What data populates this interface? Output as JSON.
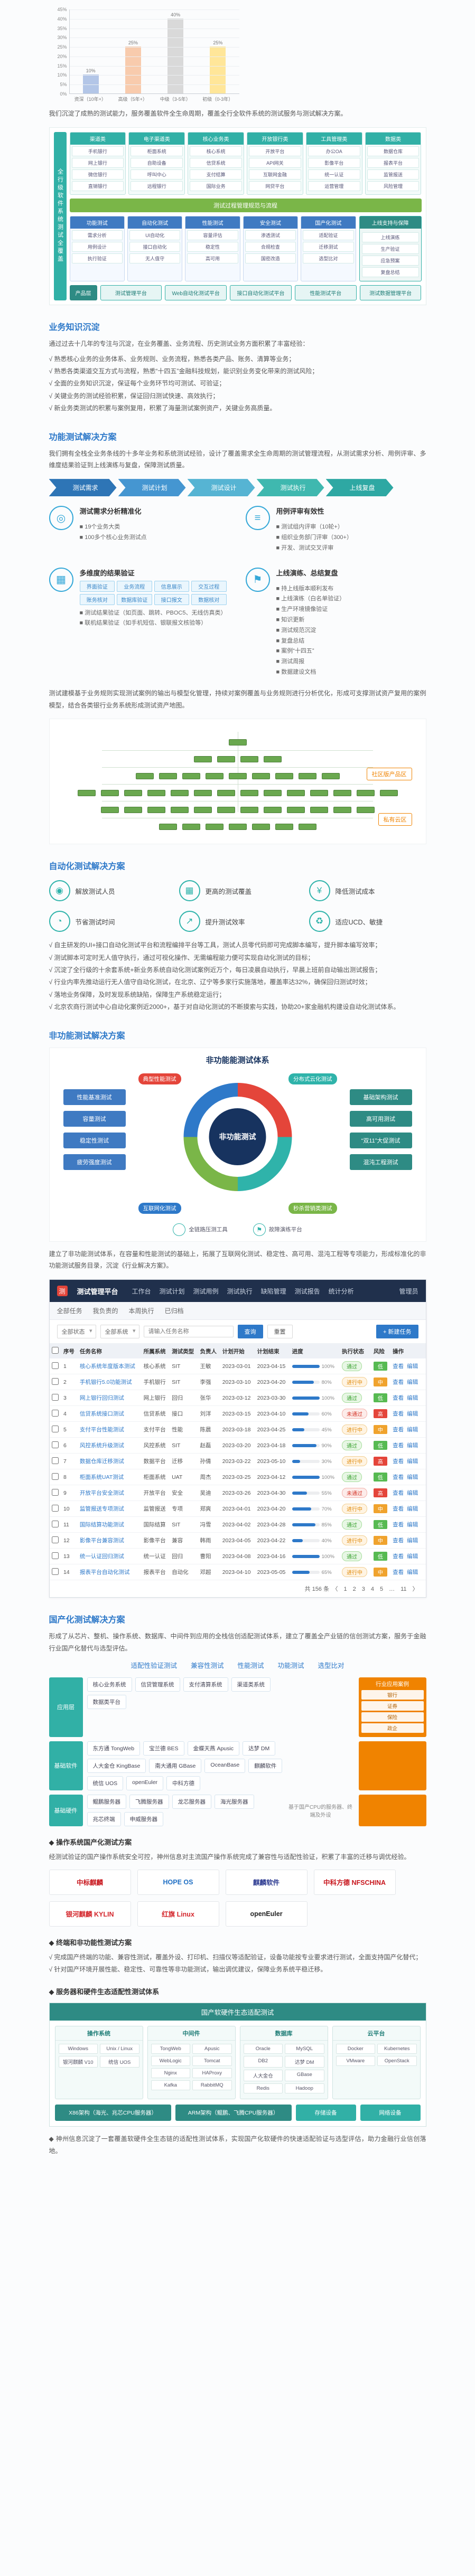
{
  "chart_data": {
    "type": "bar",
    "title": "",
    "categories": [
      "资深（10年+）",
      "高级（5年+）",
      "中级（3-5年）",
      "初级（0-3年）"
    ],
    "values": [
      10,
      25,
      40,
      25
    ],
    "labels": [
      "10%",
      "25%",
      "40%",
      "25%"
    ],
    "colors": [
      "#b3c6e7",
      "#f8cbad",
      "#d9d9d9",
      "#ffe699"
    ],
    "ylim": [
      0,
      45
    ],
    "ytick_step": 5,
    "grid": true,
    "legend": false,
    "xlabel": "",
    "ylabel": ""
  },
  "intro": "我们沉淀了成熟的测试能力，服务覆盖软件全生命周期，覆盖全行全软件系统的测试服务与测试解决方案。",
  "arch": {
    "side_label": "全行级软件系统测试全覆盖",
    "groups": [
      {
        "title": "渠道类",
        "items": [
          "手机银行",
          "网上银行",
          "微信银行",
          "直销银行"
        ]
      },
      {
        "title": "电子渠道类",
        "items": [
          "柜面系统",
          "自助设备",
          "呼叫中心",
          "远程银行"
        ]
      },
      {
        "title": "核心业务类",
        "items": [
          "核心系统",
          "信贷系统",
          "支付结算",
          "国际业务"
        ]
      },
      {
        "title": "开放银行类",
        "items": [
          "开放平台",
          "API网关",
          "互联网金融",
          "网贷平台"
        ]
      },
      {
        "title": "工具管理类",
        "items": [
          "办公OA",
          "影像平台",
          "统一认证",
          "运营管理"
        ]
      },
      {
        "title": "数据类",
        "items": [
          "数据仓库",
          "报表平台",
          "监管报送",
          "风险管理"
        ]
      }
    ],
    "band": "测试过程管理规范与流程",
    "services": [
      {
        "title": "功能测试",
        "items": [
          "需求分析",
          "用例设计",
          "执行验证"
        ]
      },
      {
        "title": "自动化测试",
        "items": [
          "UI自动化",
          "接口自动化",
          "无人值守"
        ]
      },
      {
        "title": "性能测试",
        "items": [
          "容量评估",
          "稳定性",
          "高可用"
        ]
      },
      {
        "title": "安全测试",
        "items": [
          "渗透测试",
          "合规检查",
          "国密改造"
        ]
      },
      {
        "title": "国产化测试",
        "items": [
          "适配验证",
          "迁移测试",
          "选型比对"
        ]
      }
    ],
    "right_title": "上线支持与保障",
    "right_items": [
      "上线演练",
      "生产验证",
      "应急预案",
      "复盘总结"
    ],
    "product_label": "产品层",
    "products": [
      "测试管理平台",
      "Web自动化测试平台",
      "接口自动化测试平台",
      "性能测试平台",
      "测试数据管理平台"
    ]
  },
  "biz": {
    "title": "业务知识沉淀",
    "para": "通过过去十几年的专注与沉淀，在业务覆盖、业务流程、历史测试业务方面积累了丰富经验：",
    "points": [
      "√ 熟悉核心业务的业务体系、业务规则、业务流程，熟悉各类产品、账务、清算等业务；",
      "√ 熟悉各类渠道交互方式与流程，熟悉“十四五”金融科技规划，能识别业务变化带来的测试风险；",
      "√ 全面的业务知识沉淀，保证每个业务环节均可测试、可验证；",
      "√ 关键业务的测试经验积累，保证回归测试快速、高效执行；",
      "√ 新业务类测试的积累与案例复用，积累了海量测试案例资产，关键业务高质量。"
    ]
  },
  "func": {
    "title": "功能测试解决方案",
    "para": "我们拥有全栈全业务条线的十多年业务和系统测试经验，设计了覆盖需求全生命周期的测试管理流程，从测试需求分析、用例评审、多维度结果验证到上线演练与复盘，保障测试质量。",
    "flow": [
      {
        "label": "测试需求",
        "color": "#2e75b6"
      },
      {
        "label": "测试计划",
        "color": "#4596d1"
      },
      {
        "label": "测试设计",
        "color": "#56b4d3"
      },
      {
        "label": "测试执行",
        "color": "#3fb8af"
      },
      {
        "label": "上线复盘",
        "color": "#2ea8a3"
      }
    ],
    "blocks": [
      {
        "icon": "target",
        "title": "测试需求分析精准化",
        "tags": [],
        "items": [
          "■ 19个业务大类",
          "■ 100多个核心业务测试点"
        ]
      },
      {
        "icon": "review",
        "title": "用例评审有效性",
        "tags": [],
        "items": [
          "■ 测试组内评审（10轮+）",
          "■ 组织业务部门评审（300+）",
          "■ 开发、测试交叉评审"
        ]
      },
      {
        "icon": "verify",
        "title": "多维度的结果验证",
        "tags": [
          "界面验证",
          "业务流程",
          "信息展示",
          "交互过程",
          "账务核对",
          "数据库验证",
          "接口报文",
          "数据核对"
        ],
        "items": [
          "■ 测试结果验证（如页面、跳转、PBOC5、无线仿真类）",
          "■ 联机结果验证（如手机短信、银联报文核验等）"
        ]
      },
      {
        "icon": "launch",
        "title": "上线演练、总结复盘",
        "tags": [],
        "items": [
          "■ 持上线版本顺利发布",
          "■ 上线演练（白名单验证）",
          "■ 生产环境镜像验证",
          "■ 知识更新",
          "■ 测试规范沉淀",
          "■ 复盘总结",
          "■ 案例“十四五”",
          "■ 测试周报",
          "■ 数据建设文档"
        ]
      }
    ],
    "after_para": "测试建模基于业务规则实现测试案例的输出与模型化管理，持续对案例覆盖与业务规则进行分析优化，形成可支撑测试资产复用的案例模型，结合各类银行业务系统形成测试资产地图。"
  },
  "tree": {
    "levels": [
      1,
      4,
      9,
      14,
      12,
      7
    ],
    "callouts": [
      "社区版产品区",
      "私有云区"
    ]
  },
  "auto": {
    "title": "自动化测试解决方案",
    "benefits": [
      {
        "icon": "people",
        "label": "解放测试人员"
      },
      {
        "icon": "coverage",
        "label": "更高的测试覆盖"
      },
      {
        "icon": "cost",
        "label": "降低测试成本"
      },
      {
        "icon": "time",
        "label": "节省测试时间"
      },
      {
        "icon": "efficiency",
        "label": "提升测试效率"
      },
      {
        "icon": "agile",
        "label": "适应UCD、敏捷"
      }
    ],
    "points": [
      "√ 自主研发的UI+接口自动化测试平台和流程编排平台等工具，测试人员零代码即可完成脚本编写，提升脚本编写效率；",
      "√ 测试脚本可定时无人值守执行，通过可视化操作、无需编程能力便可实现自动化测试的目标；",
      "√ 沉淀了全行级的十余套系统+新业务系统自动化测试案例近万个，每日凌晨自动执行，早晨上班前自动输出测试报告；",
      "√ 行业内率先推动运行无人值守自动化测试，在北京、辽宁等多家行实施落地，覆盖率达32%，确保回归测试时效；",
      "√ 落地业务保障，及时发现系统缺陷，保障生产系统稳定运行；",
      "√ 北京农商行测试中心自动化案例近2000+，基于对自动化测试的不断摸索与实践，协助20+家金融机构建设自动化测试体系。"
    ]
  },
  "nonfunc": {
    "title": "非功能测试解决方案",
    "diagram_title": "非功能能测试体系",
    "center": "非功能测试",
    "quadrants": [
      {
        "label": "典型性能测试",
        "color": "#e4453a"
      },
      {
        "label": "分布式云化测试",
        "color": "#2fb3aa"
      },
      {
        "label": "互联网化测试",
        "color": "#2e79c9"
      },
      {
        "label": "秒杀营销类测试",
        "color": "#7ab648"
      }
    ],
    "left_boxes": [
      "性能基准测试",
      "容量测试",
      "稳定性测试",
      "疲劳强度测试"
    ],
    "right_boxes": [
      "基础架构测试",
      "高可用测试",
      "“双11”大促测试",
      "混沌工程测试"
    ],
    "bottom_items": [
      {
        "icon": "cloud",
        "label": "全链路压测工具"
      },
      {
        "icon": "launch",
        "label": "故障演练平台"
      }
    ],
    "para": "建立了非功能测试体系，在容量和性能测试的基础上，拓展了互联网化测试、稳定性、高可用、混沌工程等专项能力，形成标准化的非功能测试服务目录，沉淀《行业解决方案》。"
  },
  "platform": {
    "brand": "测试管理平台",
    "logo_glyph": "测",
    "menus": [
      "工作台",
      "测试计划",
      "测试用例",
      "测试执行",
      "缺陷管理",
      "测试报告",
      "统计分析"
    ],
    "user": "管理员",
    "tabs": [
      "全部任务",
      "我负责的",
      "本周执行",
      "已归档"
    ],
    "filters": {
      "status": "全部状态",
      "system": "全部系统",
      "search_placeholder": "请输入任务名称",
      "search_btn": "查询",
      "reset_btn": "重置",
      "new_btn": "+ 新建任务"
    },
    "columns": [
      "序号",
      "任务名称",
      "所属系统",
      "测试类型",
      "负责人",
      "计划开始",
      "计划结束",
      "进度",
      "执行状态",
      "风险",
      "操作"
    ],
    "rows": [
      {
        "id": "1",
        "name": "核心系统年度版本测试",
        "sys": "核心系统",
        "type": "SIT",
        "owner": "王敏",
        "start": "2023-03-01",
        "end": "2023-04-15",
        "progress": 100,
        "pct": "100%",
        "status": "通过",
        "sclass": "ok",
        "risk": "低",
        "rclass": "low",
        "a1": "查看",
        "a2": "编辑"
      },
      {
        "id": "2",
        "name": "手机银行5.0功能测试",
        "sys": "手机银行",
        "type": "SIT",
        "owner": "李强",
        "start": "2023-03-10",
        "end": "2023-04-20",
        "progress": 80,
        "pct": "80%",
        "status": "进行中",
        "sclass": "run",
        "risk": "中",
        "rclass": "mid",
        "a1": "查看",
        "a2": "编辑"
      },
      {
        "id": "3",
        "name": "网上银行回归测试",
        "sys": "网上银行",
        "type": "回归",
        "owner": "张华",
        "start": "2023-03-12",
        "end": "2023-03-30",
        "progress": 100,
        "pct": "100%",
        "status": "通过",
        "sclass": "ok",
        "risk": "低",
        "rclass": "low",
        "a1": "查看",
        "a2": "编辑"
      },
      {
        "id": "4",
        "name": "信贷系统接口测试",
        "sys": "信贷系统",
        "type": "接口",
        "owner": "刘洋",
        "start": "2023-03-15",
        "end": "2023-04-10",
        "progress": 60,
        "pct": "60%",
        "status": "未通过",
        "sclass": "fail",
        "risk": "高",
        "rclass": "high",
        "a1": "查看",
        "a2": "编辑"
      },
      {
        "id": "5",
        "name": "支付平台性能测试",
        "sys": "支付平台",
        "type": "性能",
        "owner": "陈晨",
        "start": "2023-03-18",
        "end": "2023-04-25",
        "progress": 45,
        "pct": "45%",
        "status": "进行中",
        "sclass": "run",
        "risk": "中",
        "rclass": "mid",
        "a1": "查看",
        "a2": "编辑"
      },
      {
        "id": "6",
        "name": "风控系统升级测试",
        "sys": "风控系统",
        "type": "SIT",
        "owner": "赵磊",
        "start": "2023-03-20",
        "end": "2023-04-18",
        "progress": 90,
        "pct": "90%",
        "status": "通过",
        "sclass": "ok",
        "risk": "低",
        "rclass": "low",
        "a1": "查看",
        "a2": "编辑"
      },
      {
        "id": "7",
        "name": "数据仓库迁移测试",
        "sys": "数据平台",
        "type": "迁移",
        "owner": "孙倩",
        "start": "2023-03-22",
        "end": "2023-05-10",
        "progress": 30,
        "pct": "30%",
        "status": "进行中",
        "sclass": "run",
        "risk": "高",
        "rclass": "high",
        "a1": "查看",
        "a2": "编辑"
      },
      {
        "id": "8",
        "name": "柜面系统UAT测试",
        "sys": "柜面系统",
        "type": "UAT",
        "owner": "周杰",
        "start": "2023-03-25",
        "end": "2023-04-12",
        "progress": 100,
        "pct": "100%",
        "status": "通过",
        "sclass": "ok",
        "risk": "低",
        "rclass": "low",
        "a1": "查看",
        "a2": "编辑"
      },
      {
        "id": "9",
        "name": "开放平台安全测试",
        "sys": "开放平台",
        "type": "安全",
        "owner": "吴迪",
        "start": "2023-03-26",
        "end": "2023-04-30",
        "progress": 55,
        "pct": "55%",
        "status": "未通过",
        "sclass": "fail",
        "risk": "高",
        "rclass": "high",
        "a1": "查看",
        "a2": "编辑"
      },
      {
        "id": "10",
        "name": "监管报送专项测试",
        "sys": "监管报送",
        "type": "专项",
        "owner": "郑爽",
        "start": "2023-04-01",
        "end": "2023-04-20",
        "progress": 70,
        "pct": "70%",
        "status": "进行中",
        "sclass": "run",
        "risk": "中",
        "rclass": "mid",
        "a1": "查看",
        "a2": "编辑"
      },
      {
        "id": "11",
        "name": "国际结算功能测试",
        "sys": "国际结算",
        "type": "SIT",
        "owner": "冯雪",
        "start": "2023-04-02",
        "end": "2023-04-28",
        "progress": 85,
        "pct": "85%",
        "status": "通过",
        "sclass": "ok",
        "risk": "低",
        "rclass": "low",
        "a1": "查看",
        "a2": "编辑"
      },
      {
        "id": "12",
        "name": "影像平台兼容测试",
        "sys": "影像平台",
        "type": "兼容",
        "owner": "韩雨",
        "start": "2023-04-05",
        "end": "2023-04-22",
        "progress": 40,
        "pct": "40%",
        "status": "进行中",
        "sclass": "run",
        "risk": "中",
        "rclass": "mid",
        "a1": "查看",
        "a2": "编辑"
      },
      {
        "id": "13",
        "name": "统一认证回归测试",
        "sys": "统一认证",
        "type": "回归",
        "owner": "曹阳",
        "start": "2023-04-08",
        "end": "2023-04-16",
        "progress": 100,
        "pct": "100%",
        "status": "通过",
        "sclass": "ok",
        "risk": "低",
        "rclass": "low",
        "a1": "查看",
        "a2": "编辑"
      },
      {
        "id": "14",
        "name": "报表平台自动化测试",
        "sys": "报表平台",
        "type": "自动化",
        "owner": "邓超",
        "start": "2023-04-10",
        "end": "2023-05-05",
        "progress": 65,
        "pct": "65%",
        "status": "进行中",
        "sclass": "run",
        "risk": "中",
        "rclass": "mid",
        "a1": "查看",
        "a2": "编辑"
      }
    ],
    "pagination": "共 156 条　〈　1　2　3　4　5　…　11　〉"
  },
  "localization": {
    "title": "国产化测试解决方案",
    "para": "形成了从芯片、整机、操作系统、数据库、中间件到应用的全栈信创适配测试体系，建立了覆盖全产业链的信创测试方案，服务于金融行业国产化替代与选型评估。",
    "tags": [
      "适配性验证测试",
      "兼容性测试",
      "性能测试",
      "功能测试",
      "选型比对"
    ],
    "layers": [
      {
        "label": "应用层",
        "chips": [
          "核心业务系统",
          "信贷管理系统",
          "支付清算系统",
          "渠道类系统",
          "数据类平台"
        ],
        "panel_title": "行业应用案例",
        "panel_items": [
          "银行",
          "证券",
          "保险",
          "政企"
        ],
        "note": ""
      },
      {
        "label": "基础软件",
        "chips": [
          "东方通 TongWeb",
          "宝兰德 BES",
          "金蝶天燕 Apusic",
          "达梦 DM",
          "人大金仓 KingBase",
          "南大通用 GBase",
          "OceanBase",
          "麒麟软件",
          "统信 UOS",
          "openEuler",
          "中科方德"
        ],
        "panel_title": "",
        "panel_items": [],
        "note": ""
      },
      {
        "label": "基础硬件",
        "chips": [
          "鲲鹏服务器",
          "飞腾服务器",
          "龙芯服务器",
          "海光服务器",
          "兆芯终端",
          "申威服务器"
        ],
        "panel_title": "",
        "panel_items": [],
        "note": "基于国产CPU的服务器、终端及外设"
      }
    ]
  },
  "os_plan": {
    "title": "◆ 操作系统国产化测试方案",
    "para": "经测试验证的国产操作系统安全可控，神州信息对主流国产操作系统完成了兼容性与适配性验证，积累了丰富的迁移与调优经验。",
    "logos": [
      {
        "text": "中标麒麟",
        "color": "#c8161d"
      },
      {
        "text": "HOPE OS",
        "color": "#1f6fc4"
      },
      {
        "text": "麒麟软件",
        "color": "#2b3990"
      },
      {
        "text": "中科方德 NFSCHINA",
        "color": "#c8161d"
      },
      {
        "text": "银河麒麟 KYLIN",
        "color": "#d4262c"
      },
      {
        "text": "红旗 Linux",
        "color": "#d4262c"
      },
      {
        "text": "openEuler",
        "color": "#222222"
      }
    ]
  },
  "terminal": {
    "title": "◆ 终端和非功能性测试方案",
    "points": [
      "√ 完成国产终端的功能、兼容性测试，覆盖外设、打印机、扫描仪等适配验证，设备功能按专业要求进行测试，全面支持国产化替代；",
      "√ 针对国产环境开展性能、稳定性、可靠性等非功能测试，输出调优建议，保障业务系统平稳迁移。"
    ]
  },
  "server_matrix": {
    "title": "◆ 服务器和硬件生态适配性测试体系",
    "header": "国产软硬件生态适配测试",
    "groups": [
      {
        "title": "操作系统",
        "items": [
          "Windows",
          "Unix / Linux",
          "银河麒麟 V10",
          "统信 UOS"
        ]
      },
      {
        "title": "中间件",
        "items": [
          "TongWeb",
          "Apusic",
          "WebLogic",
          "Tomcat",
          "Nginx",
          "HAProxy",
          "Kafka",
          "RabbitMQ"
        ]
      },
      {
        "title": "数据库",
        "items": [
          "Oracle",
          "MySQL",
          "DB2",
          "达梦 DM",
          "人大金仓",
          "GBase",
          "Redis",
          "Hadoop"
        ]
      },
      {
        "title": "云平台",
        "items": [
          "Docker",
          "Kubernetes",
          "VMware",
          "OpenStack"
        ]
      }
    ],
    "bottom": [
      {
        "label": "X86架构（海光、兆芯CPU服务器）",
        "size": "wide"
      },
      {
        "label": "ARM架构（鲲鹏、飞腾CPU服务器）",
        "size": "wide"
      },
      {
        "label": "存储设备",
        "size": "small"
      },
      {
        "label": "网络设备",
        "size": "small"
      }
    ]
  },
  "closing": "◆ 神州信息沉淀了一套覆盖软硬件全生态链的适配性测试体系，实现国产化软硬件的快速适配验证与选型评估，助力金融行业信创落地。"
}
